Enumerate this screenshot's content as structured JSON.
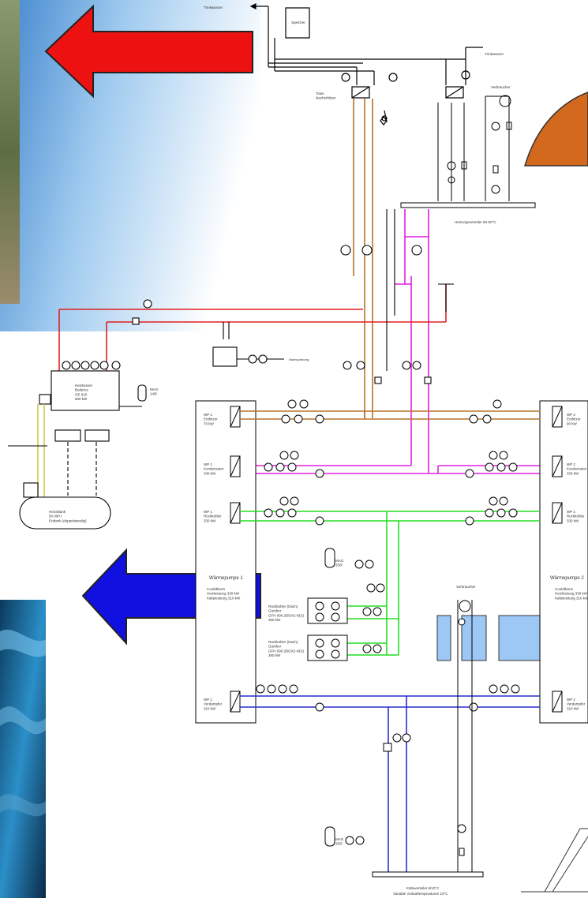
{
  "labels": {
    "trinkwasser_top": "Trinkwasser",
    "speicher": "Speicher",
    "trinkwasser_right": "Trinkwasser",
    "verbraucher_top": "Verbraucher",
    "total_nachheizer": "Total-\nNacherhitzer",
    "heizungsverteiler": "Heizungsverteiler 55-60°C",
    "heizkessel": "Heizkessel\nBuderus\nGE 615\n800 kW",
    "mag_top": "MAG\n140l",
    "heizoeltank": "Heizöltank\n50 000 l\nErdtank (doppelwandig)",
    "wp1_entf": "WP 1\nEnthitzer\n70 kW",
    "wp1_kond": "WP 1\nKondensator\n330 kW",
    "wp1_rueck": "WP 1\nRückkühler\n330 kW",
    "wp1_verd": "WP 1\nVerdampfer\n310 kW",
    "wp2_entf": "WP 2\nEnthitzer\n90 kW",
    "wp2_kond": "WP 2\nKondensator\n330 kW",
    "wp2_rueck": "WP 2\nRückkühler\n330 kW",
    "wp2_verd": "WP 2\nVerdampfer\n310 kW",
    "waermepumpe1": "Wärmepumpe 1",
    "waermepumpe1_desc": "Cooldtherm\nHeizleistung 330 kW\nKälteleistung 310 kW",
    "waermepumpe2": "Wärmepumpe 2",
    "waermepumpe2_desc": "Cooldtherm\nHeizleistung 330 kW\nKälteleistung 310 kW",
    "rueckkuehler1": "Rückkühler (Dach)\nGünther\nGFH 090.2B/2X2-N(S)\n360 kW",
    "rueckkuehler2": "Rückkühler (Dach)\nGünther\nGFH 090.2B/2X2-N(S)\n360 kW",
    "mag_mid": "MAG\n250l",
    "mag_bottom": "MAG\n250l",
    "verbraucher_bottom": "Verbraucher",
    "kaelteverteiler": "Kälteverteiler 6/12°C",
    "kaelte_temp": "Variable Vorlauftemperaturen 10°C",
    "nachspeisung": "Nachspeisung"
  },
  "colors": {
    "red_arrow": "#ee1111",
    "blue_arrow": "#1010e0",
    "dome": "#d2691e",
    "brown": "#b8732a",
    "magenta": "#e020e0",
    "green": "#22dd22",
    "blue": "#2a2ad0",
    "red": "#e02020",
    "olive": "#c8c840",
    "light_blue": "#9dc8f5"
  }
}
